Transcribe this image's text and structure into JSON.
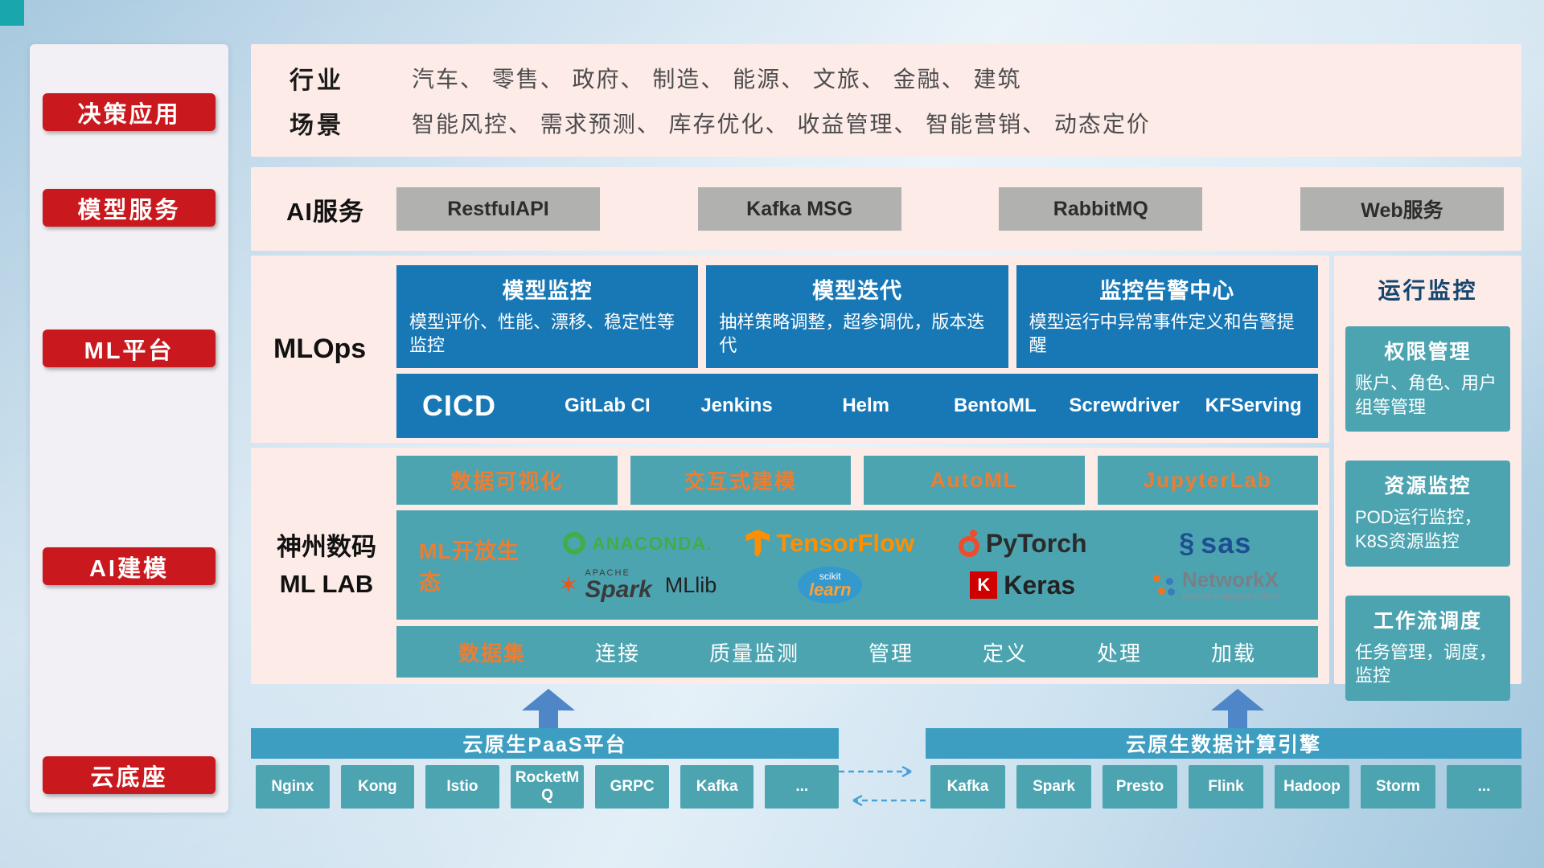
{
  "sidebar": {
    "items": [
      {
        "label": "决策应用"
      },
      {
        "label": "模型服务"
      },
      {
        "label": "ML平台"
      },
      {
        "label": "AI建模"
      },
      {
        "label": "云底座"
      }
    ]
  },
  "industry": {
    "rows": [
      {
        "label": "行业",
        "value": "汽车、 零售、 政府、 制造、 能源、 文旅、 金融、 建筑"
      },
      {
        "label": "场景",
        "value": "智能风控、 需求预测、 库存优化、 收益管理、 智能营销、 动态定价"
      }
    ]
  },
  "ai_service": {
    "label": "AI服务",
    "services": [
      "RestfulAPI",
      "Kafka MSG",
      "RabbitMQ",
      "Web服务"
    ]
  },
  "mlops": {
    "label": "MLOps",
    "cards": [
      {
        "title": "模型监控",
        "desc": "模型评价、性能、漂移、稳定性等监控"
      },
      {
        "title": "模型迭代",
        "desc": "抽样策略调整，超参调优，版本迭代"
      },
      {
        "title": "监控告警中心",
        "desc": "模型运行中异常事件定义和告警提醒"
      }
    ],
    "cicd": {
      "label": "CICD",
      "tools": [
        "GitLab CI",
        "Jenkins",
        "Helm",
        "BentoML",
        "Screwdriver",
        "KFServing"
      ]
    }
  },
  "monitoring": {
    "title": "运行监控",
    "cards": [
      {
        "title": "权限管理",
        "desc": "账户、角色、用户组等管理"
      },
      {
        "title": "资源监控",
        "desc": "POD运行监控，K8S资源监控"
      },
      {
        "title": "工作流调度",
        "desc": "任务管理，调度，监控"
      }
    ]
  },
  "mllab": {
    "label_line1": "神州数码",
    "label_line2": "ML LAB",
    "top_buttons": [
      "数据可视化",
      "交互式建模",
      "AutoML",
      "JupyterLab"
    ],
    "ecosystem": {
      "label": "ML开放生态",
      "anaconda": "ANACONDA.",
      "tensorflow": "TensorFlow",
      "pytorch": "PyTorch",
      "sas": "sas",
      "apache": "APACHE",
      "spark": "Spark",
      "mllib": "MLlib",
      "scikit_top": "scikit",
      "scikit_main": "learn",
      "keras_letter": "K",
      "keras": "Keras",
      "networkx": "NetworkX",
      "networkx_sub": "Network Analysis in Python"
    },
    "dataset": {
      "label": "数据集",
      "items": [
        "连接",
        "质量监测",
        "管理",
        "定义",
        "处理",
        "加载"
      ]
    }
  },
  "cloud": {
    "paas": {
      "title": "云原生PaaS平台",
      "items": [
        "Nginx",
        "Kong",
        "Istio",
        "RocketMQ",
        "GRPC",
        "Kafka",
        "..."
      ]
    },
    "engine": {
      "title": "云原生数据计算引擎",
      "items": [
        "Kafka",
        "Spark",
        "Presto",
        "Flink",
        "Hadoop",
        "Storm",
        "..."
      ]
    }
  }
}
